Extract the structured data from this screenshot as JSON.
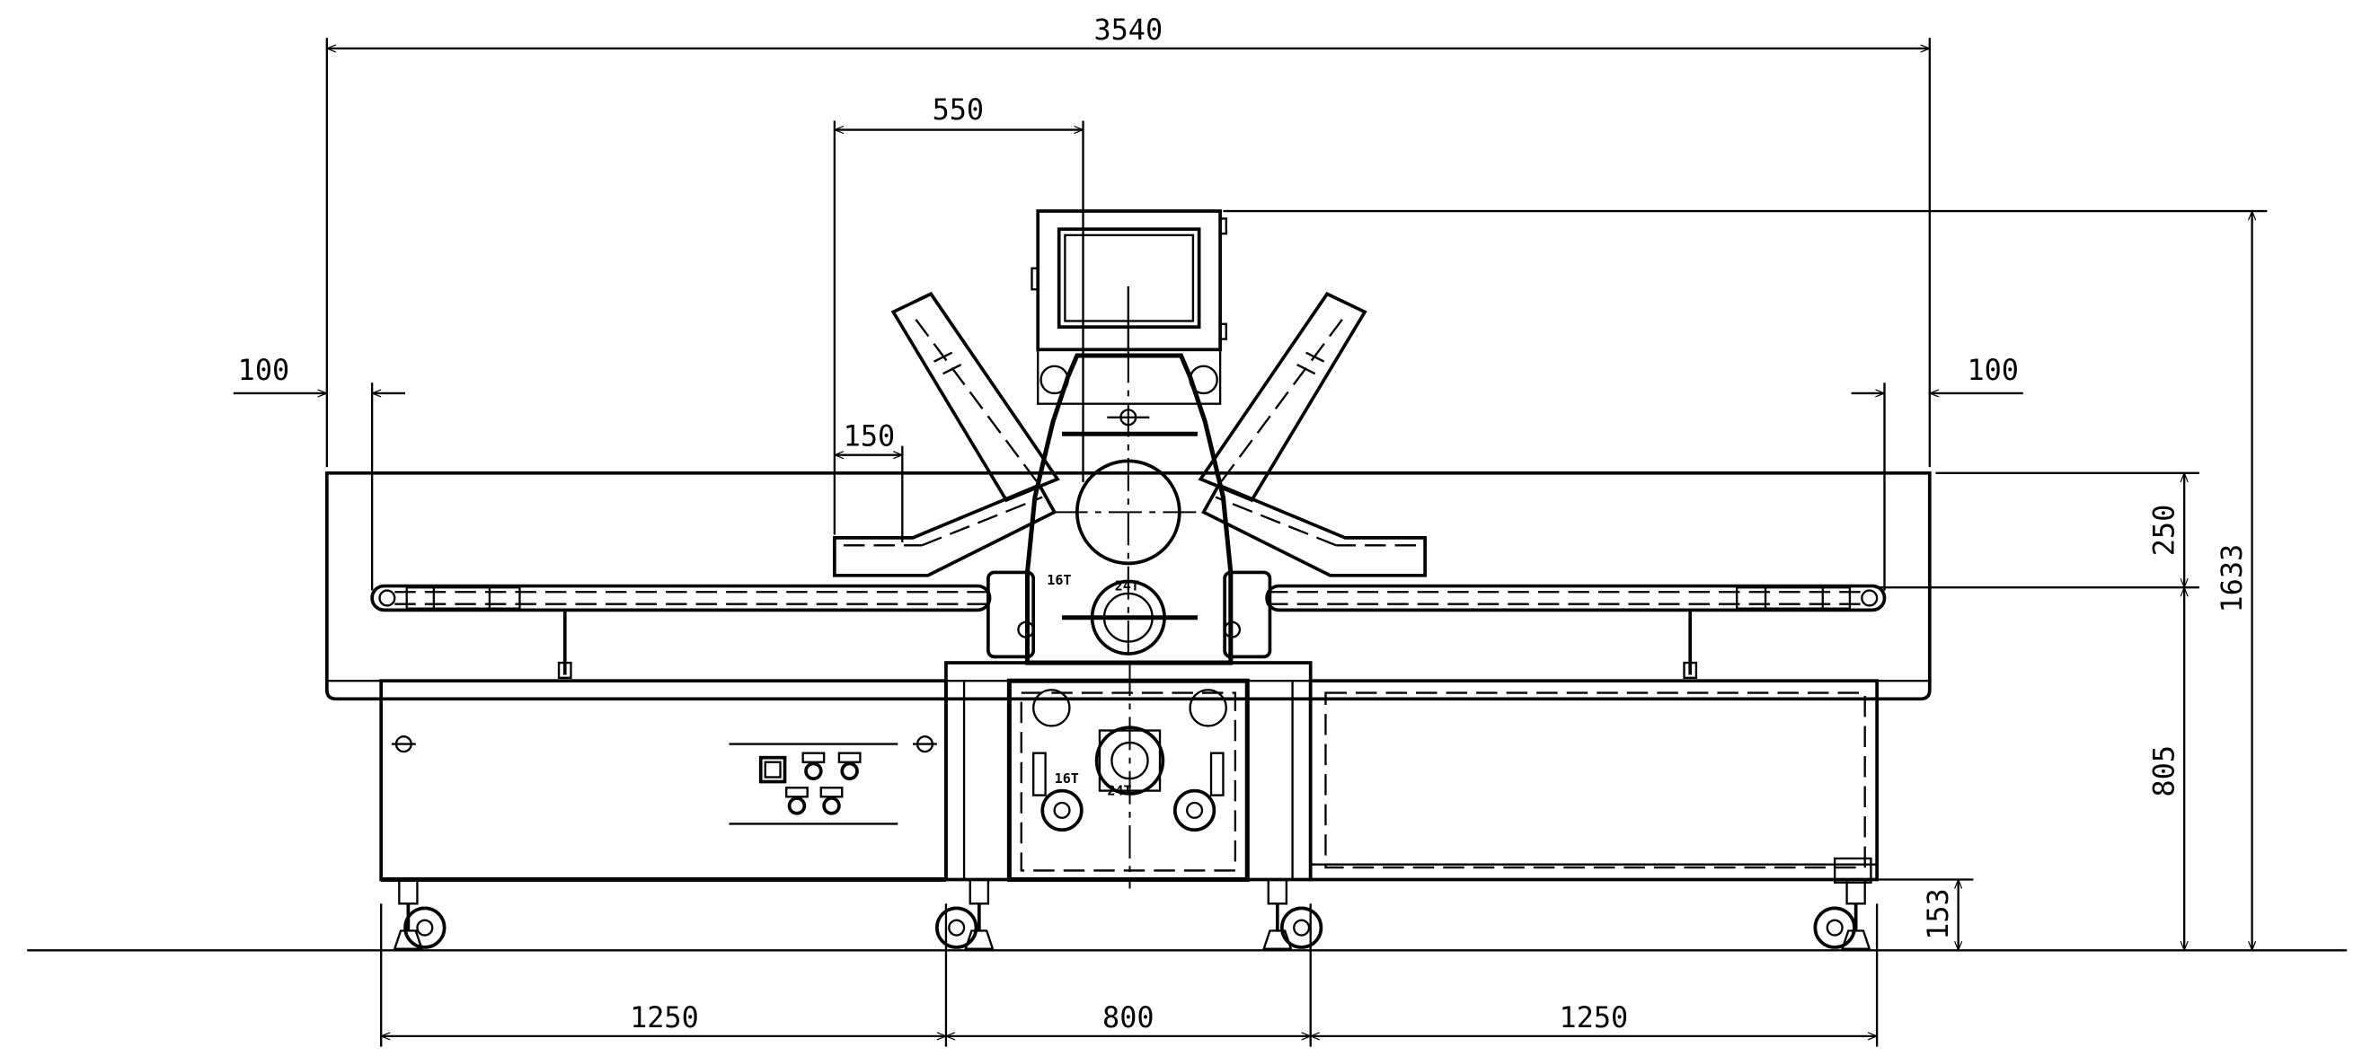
{
  "drawing": {
    "overall_width": "3540",
    "head_offset": "550",
    "left_overhang": "100",
    "right_overhang": "100",
    "left_gap": "150",
    "top_height": "250",
    "overall_height": "1633",
    "table_height": "805",
    "clearance": "153",
    "left_section": "1250",
    "center_section": "800",
    "right_section": "1250",
    "gear_label_a": "16T",
    "gear_label_b": "24T",
    "gear_label_c": "16T",
    "gear_label_d": "24T"
  }
}
